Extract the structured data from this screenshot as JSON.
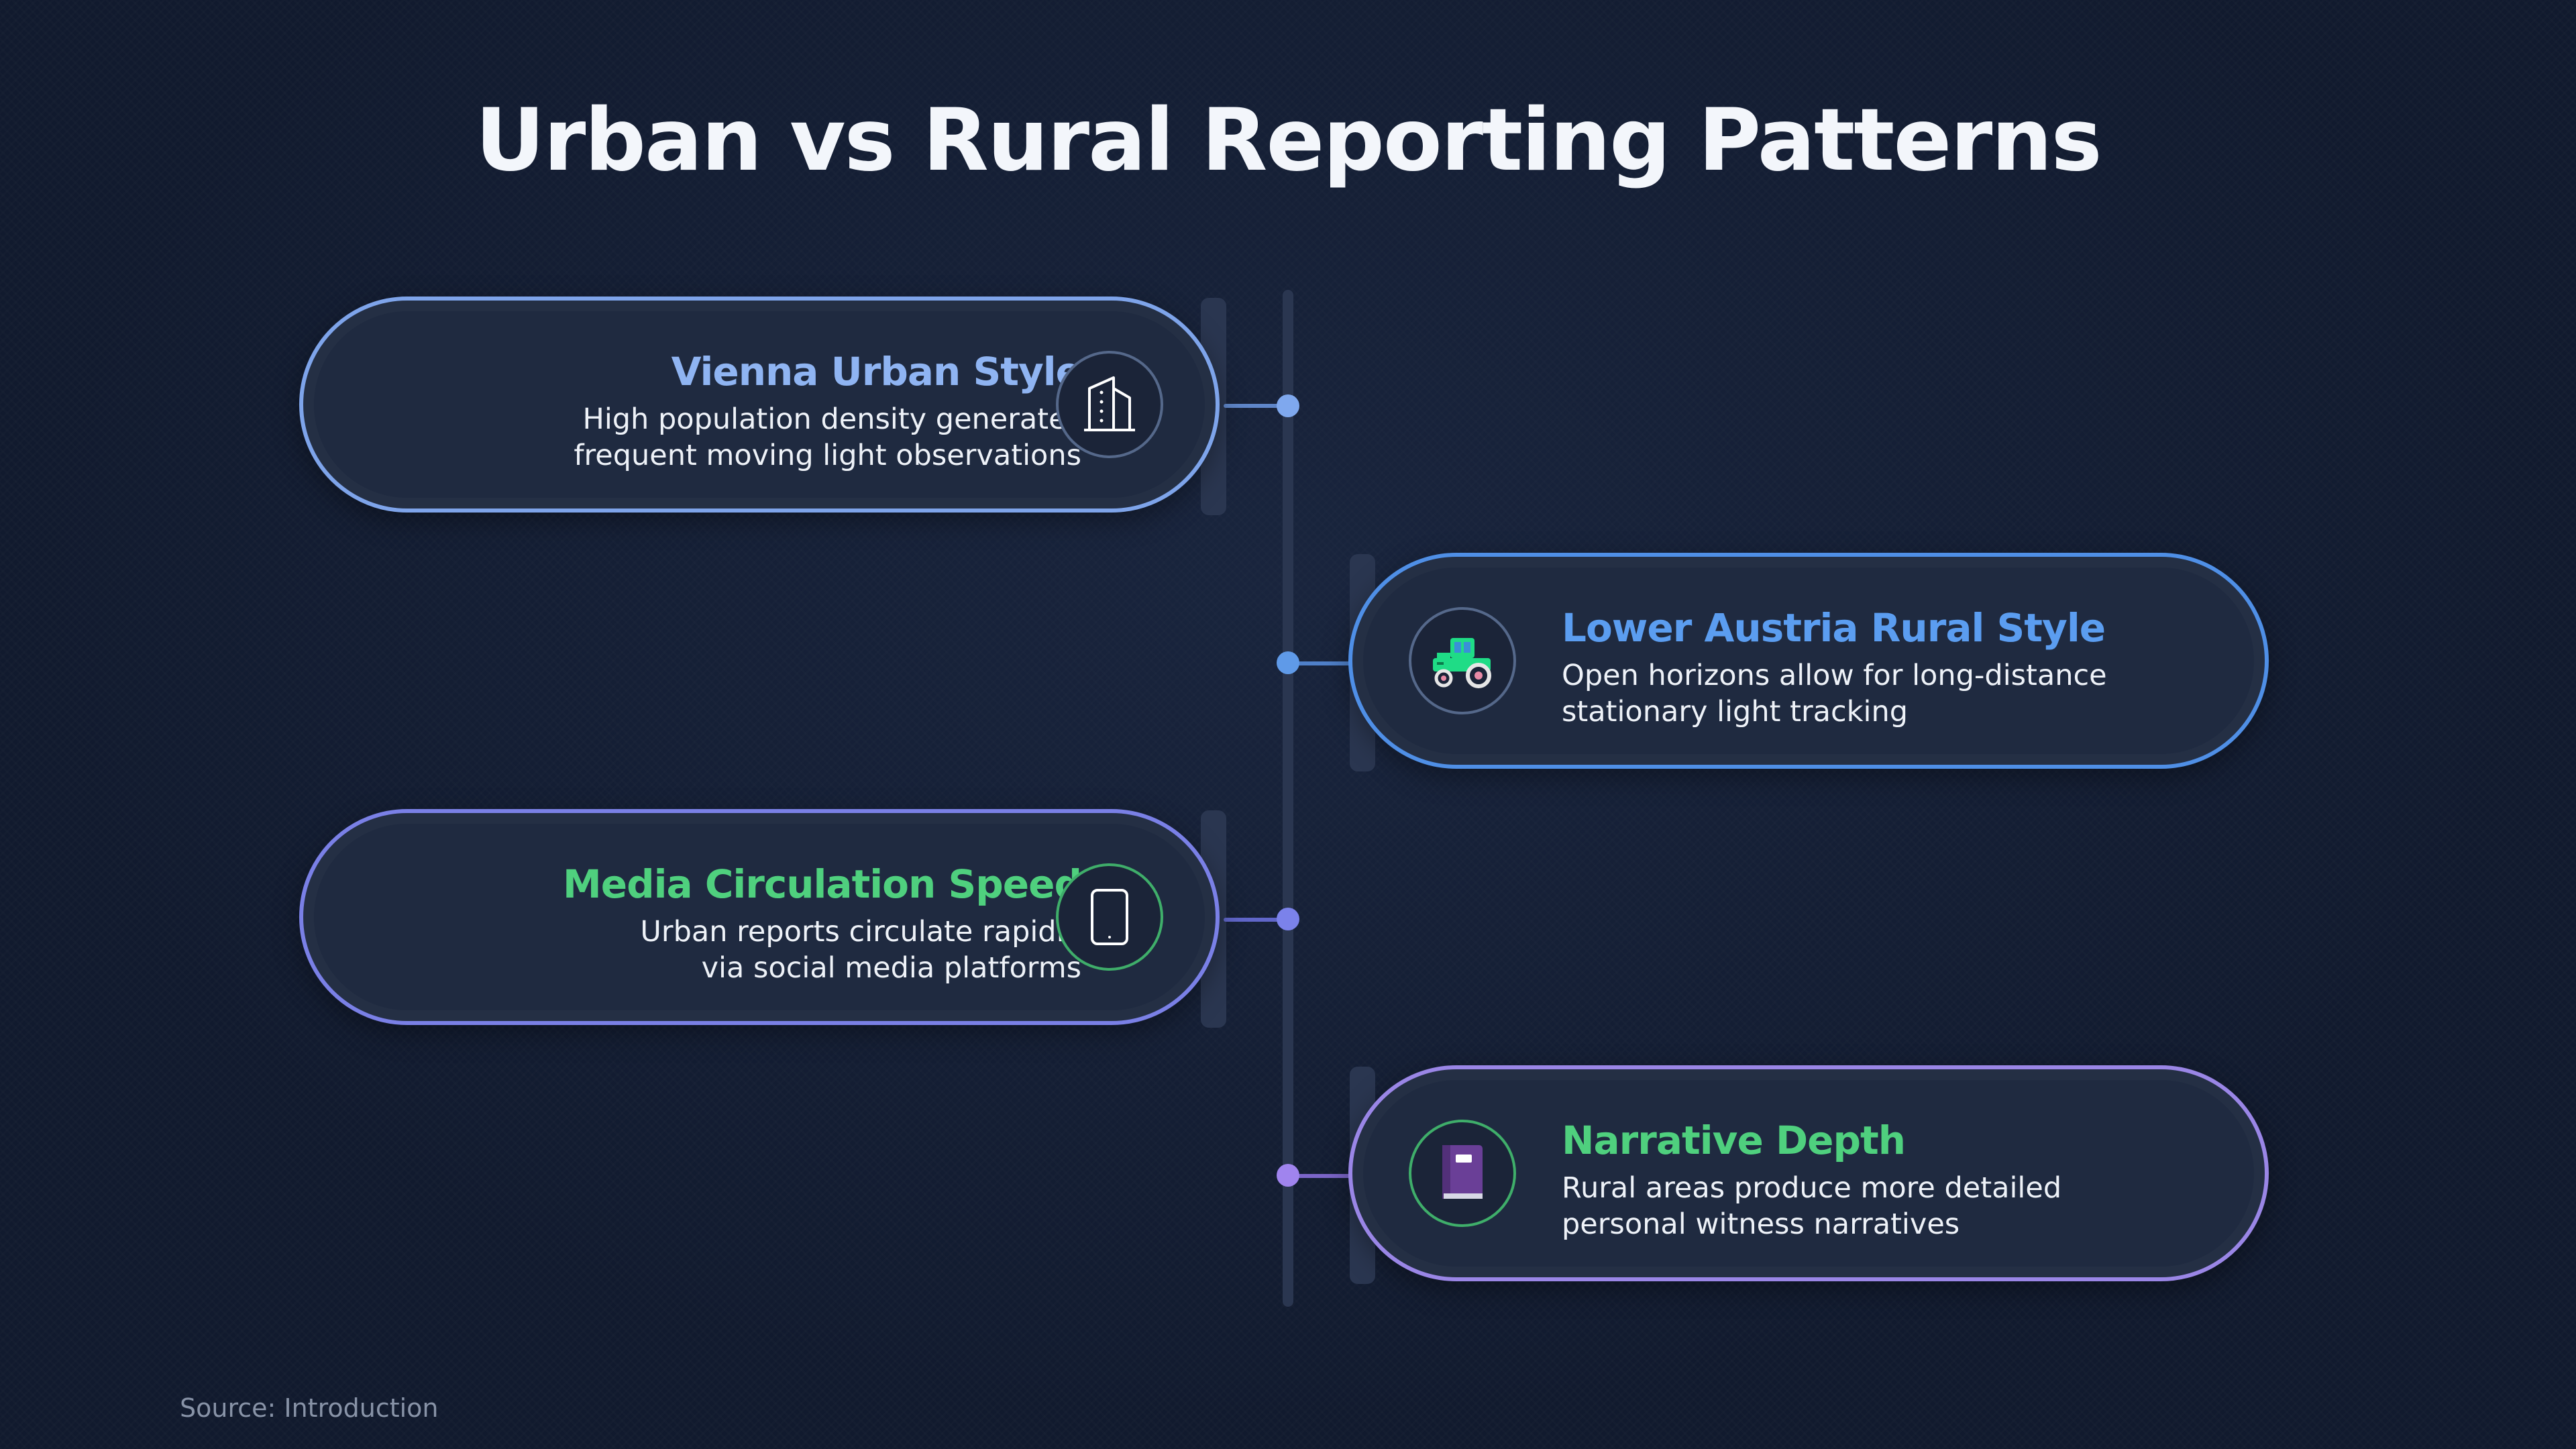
{
  "title": "Urban vs Rural Reporting Patterns",
  "items": [
    {
      "heading": "Vienna Urban Style",
      "description": "High population density generates\nfrequent moving light observations",
      "icon": "building-icon",
      "side": "left",
      "heading_color": "#8fb4f2",
      "border_color": "#7ea4ea",
      "dot_color": "#7fa8ee"
    },
    {
      "heading": "Lower Austria Rural Style",
      "description": "Open horizons allow for long-distance\nstationary light tracking",
      "icon": "tractor-icon",
      "side": "right",
      "heading_color": "#5b9df0",
      "border_color": "#4f8fe6",
      "dot_color": "#5f9ae8"
    },
    {
      "heading": "Media Circulation Speed",
      "description": "Urban reports circulate rapidly\nvia social media platforms",
      "icon": "tablet-icon",
      "side": "left",
      "heading_color": "#4fd07e",
      "border_color": "#7a80e6",
      "dot_color": "#7b82ea"
    },
    {
      "heading": "Narrative Depth",
      "description": "Rural areas produce more detailed\npersonal witness narratives",
      "icon": "book-icon",
      "side": "right",
      "heading_color": "#4fd07e",
      "border_color": "#9a86e6",
      "dot_color": "#a084ee"
    }
  ],
  "source": "Source: Introduction"
}
